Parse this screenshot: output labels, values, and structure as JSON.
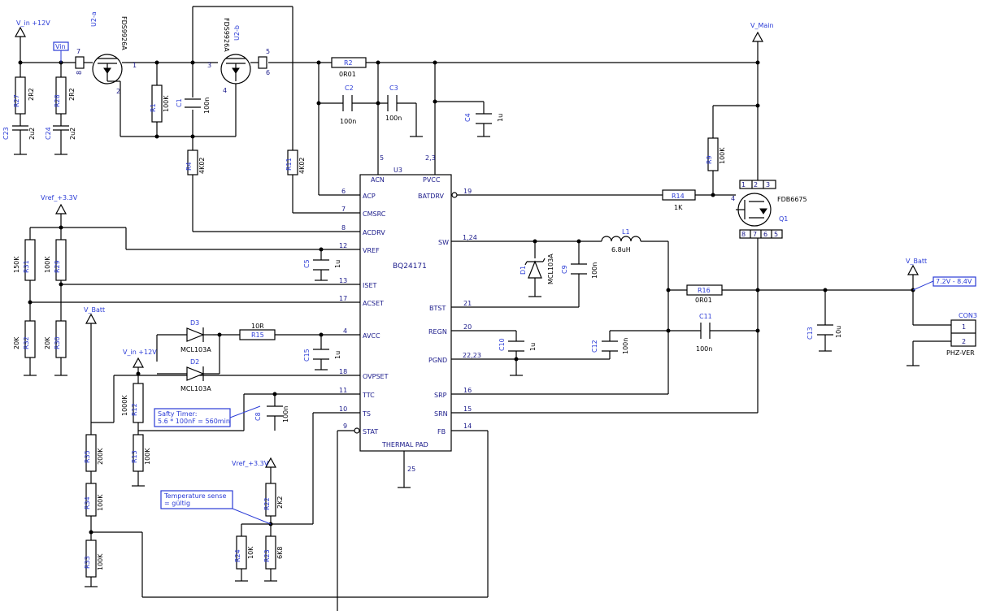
{
  "nets": {
    "vin12_top": "V_in +12V",
    "vin_tag": "Vin",
    "vmain": "V_Main",
    "vbatt_right": "V_Batt",
    "vbatt_left": "V_Batt",
    "vref_left": "Vref_+3.3V",
    "vin12_mid": "V_in +12V",
    "vref_bottom": "Vref_+3.3V",
    "batt_range": "7.2V - 8.4V"
  },
  "ic": {
    "name": "BQ24171",
    "ref": "U3",
    "thermal_pad": "THERMAL PAD",
    "thermal_pin": "25",
    "left_pins": [
      {
        "num": "6",
        "name": "ACP"
      },
      {
        "num": "7",
        "name": "CMSRC"
      },
      {
        "num": "8",
        "name": "ACDRV"
      },
      {
        "num": "12",
        "name": "VREF"
      },
      {
        "num": "13",
        "name": "ISET"
      },
      {
        "num": "17",
        "name": "ACSET"
      },
      {
        "num": "4",
        "name": "AVCC"
      },
      {
        "num": "18",
        "name": "OVPSET"
      },
      {
        "num": "11",
        "name": "TTC"
      },
      {
        "num": "10",
        "name": "TS"
      },
      {
        "num": "9",
        "name": "STAT"
      }
    ],
    "right_pins": [
      {
        "num": "19",
        "name": "BATDRV"
      },
      {
        "num": "1,24",
        "name": "SW"
      },
      {
        "num": "21",
        "name": "BTST"
      },
      {
        "num": "20",
        "name": "REGN"
      },
      {
        "num": "22,23",
        "name": "PGND"
      },
      {
        "num": "16",
        "name": "SRP"
      },
      {
        "num": "15",
        "name": "SRN"
      },
      {
        "num": "14",
        "name": "FB"
      }
    ],
    "top_pins": [
      {
        "num": "5",
        "name": "ACN"
      },
      {
        "num": "2,3",
        "name": "PVCC"
      }
    ]
  },
  "mosfets": {
    "u2a": {
      "ref": "U2-a",
      "part": "FDS9926A",
      "pins": [
        "7",
        "8",
        "1",
        "2"
      ]
    },
    "u2b": {
      "ref": "U2-b",
      "part": "FDS9926A",
      "pins": [
        "3",
        "4",
        "5",
        "6"
      ]
    },
    "q1": {
      "ref": "Q1",
      "part": "FDB6675",
      "pins": [
        "1",
        "2",
        "3",
        "4",
        "8",
        "7",
        "6",
        "5"
      ]
    }
  },
  "resistors": {
    "r27": {
      "ref": "R27",
      "value": "2R2"
    },
    "r28": {
      "ref": "R28",
      "value": "2R2"
    },
    "r1": {
      "ref": "R1",
      "value": "100K"
    },
    "r4": {
      "ref": "R4",
      "value": "4K02"
    },
    "r11": {
      "ref": "R11",
      "value": "4K02"
    },
    "r2": {
      "ref": "R2",
      "value": "0R01"
    },
    "r9": {
      "ref": "R9",
      "value": "100K"
    },
    "r14": {
      "ref": "R14",
      "value": "1K"
    },
    "r16": {
      "ref": "R16",
      "value": "0R01"
    },
    "r31": {
      "ref": "R31",
      "value": "150K"
    },
    "r29": {
      "ref": "R29",
      "value": "100K"
    },
    "r32": {
      "ref": "R32",
      "value": "20K"
    },
    "r30": {
      "ref": "R30",
      "value": "20K"
    },
    "r15": {
      "ref": "R15",
      "value": "10R"
    },
    "r12": {
      "ref": "R12",
      "value": "1000K"
    },
    "r13": {
      "ref": "R13",
      "value": "100K"
    },
    "r35": {
      "ref": "R35",
      "value": "200K"
    },
    "r34": {
      "ref": "R34",
      "value": "100K"
    },
    "r33": {
      "ref": "R33",
      "value": "100K"
    },
    "r22": {
      "ref": "R22",
      "value": "2K2"
    },
    "r24": {
      "ref": "R24",
      "value": "10K"
    },
    "r23": {
      "ref": "R23",
      "value": "6K8"
    }
  },
  "capacitors": {
    "c23": {
      "ref": "C23",
      "value": "2u2"
    },
    "c24": {
      "ref": "C24",
      "value": "2u2"
    },
    "c1": {
      "ref": "C1",
      "value": "100n"
    },
    "c2": {
      "ref": "C2",
      "value": "100n"
    },
    "c3": {
      "ref": "C3",
      "value": "100n"
    },
    "c4": {
      "ref": "C4",
      "value": "1u"
    },
    "c5": {
      "ref": "C5",
      "value": "1u"
    },
    "c15": {
      "ref": "C15",
      "value": "1u"
    },
    "c8": {
      "ref": "C8",
      "value": "100n"
    },
    "c9": {
      "ref": "C9",
      "value": "100n"
    },
    "c10": {
      "ref": "C10",
      "value": "1u"
    },
    "c12": {
      "ref": "C12",
      "value": "100n"
    },
    "c11": {
      "ref": "C11",
      "value": "100n"
    },
    "c13": {
      "ref": "C13",
      "value": "10u"
    }
  },
  "diodes": {
    "d1": {
      "ref": "D1",
      "value": "MCL103A"
    },
    "d2": {
      "ref": "D2",
      "value": "MCL103A"
    },
    "d3": {
      "ref": "D3",
      "value": "MCL103A"
    }
  },
  "inductor": {
    "ref": "L1",
    "value": "6.8uH"
  },
  "connector": {
    "ref": "CON3",
    "part": "PHZ-VER",
    "pins": [
      "1",
      "2"
    ]
  },
  "notes": {
    "timer_line1": "Safty Timer:",
    "timer_line2": "5.6 * 100nF = 560min",
    "temp_line1": "Temperature sense",
    "temp_line2": "= gültig"
  }
}
